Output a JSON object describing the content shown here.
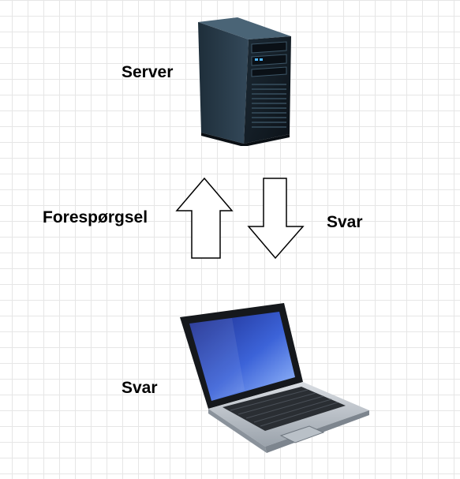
{
  "diagram": {
    "server": {
      "label": "Server",
      "icon": "server-tower-icon"
    },
    "request": {
      "label": "Forespørgsel",
      "icon": "arrow-up-icon"
    },
    "response": {
      "label": "Svar",
      "icon": "arrow-down-icon"
    },
    "client": {
      "label": "Svar",
      "icon": "laptop-icon"
    }
  }
}
